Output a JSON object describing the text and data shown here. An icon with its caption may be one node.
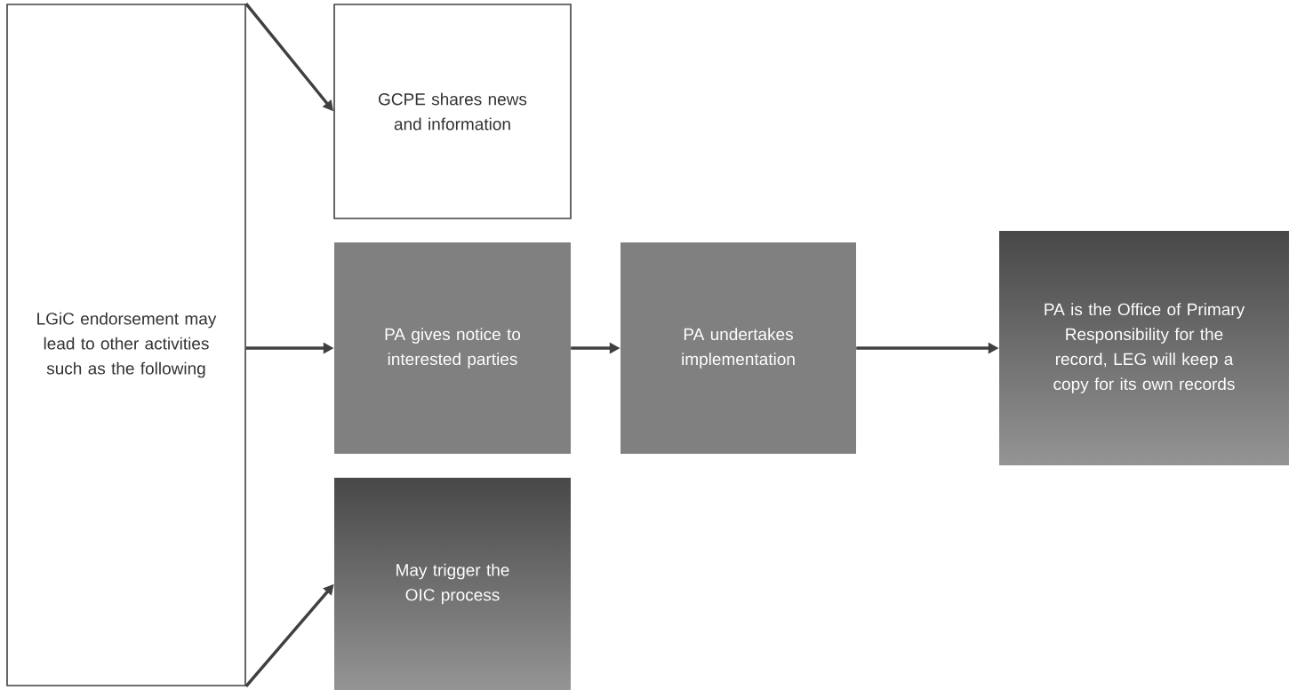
{
  "diagram": {
    "nodes": [
      {
        "text": [
          "LGiC endorsement may lead to other activities such as the following"
        ]
      },
      {
        "text": [
          "GCPE shares news and information"
        ]
      },
      {
        "text": [
          "PA gives notice to interested parties"
        ]
      },
      {
        "text": [
          "PA undertakes implementation"
        ]
      },
      {
        "text": [
          "PA is the Office of Primary Responsibility for the record, LEG will keep a copy for its own records"
        ]
      },
      {
        "text": [
          "May trigger the OIC process"
        ]
      }
    ],
    "edges": [
      {
        "from": 0,
        "to": 1,
        "arrow": "to"
      },
      {
        "from": 0,
        "to": 2,
        "arrow": "to"
      },
      {
        "from": 2,
        "to": 3,
        "arrow": "to"
      },
      {
        "from": 3,
        "to": 4,
        "arrow": "to"
      },
      {
        "from": 0,
        "to": 5,
        "arrow": "to"
      }
    ]
  }
}
